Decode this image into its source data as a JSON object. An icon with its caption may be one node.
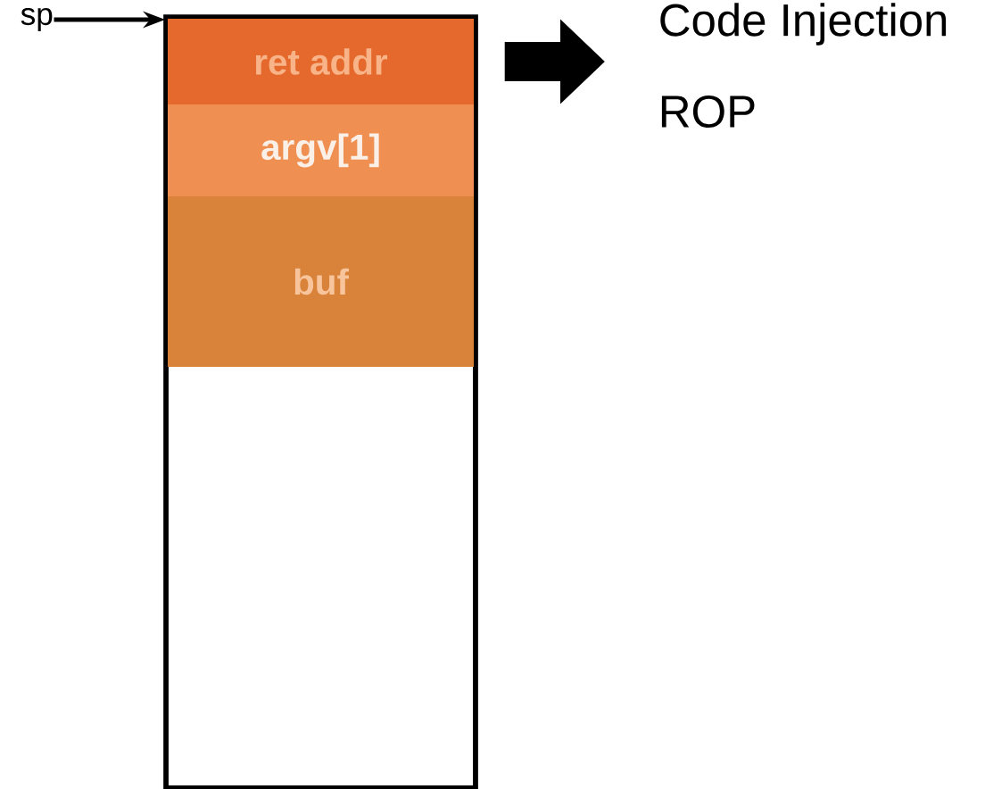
{
  "diagram": {
    "nodes": [
      {
        "text": [],
        "shape": "box"
      },
      {
        "text": [
          "ret addr"
        ],
        "in": 0
      },
      {
        "text": [
          "argv[1]"
        ],
        "in": 0
      },
      {
        "text": [
          "buf"
        ],
        "in": 0
      },
      {
        "text": [
          "sp"
        ]
      },
      {
        "text": [
          "Code Injection"
        ]
      }
    ],
    "edges": [
      {
        "from": 4,
        "to": 0,
        "arrow": "to"
      },
      {
        "from": 1,
        "to": 5,
        "arrow": "to",
        "style": "thick"
      }
    ],
    "labels": [
      "ROP"
    ]
  }
}
